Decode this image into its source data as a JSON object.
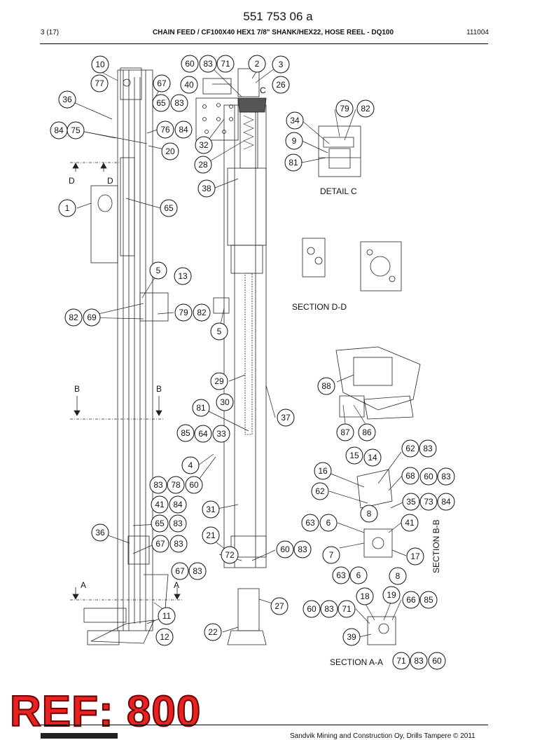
{
  "header": {
    "doc_number": "551 753 06 a",
    "page": "3 (17)",
    "title": "CHAIN FEED / CF100X40 HEX1 7/8\" SHANK/HEX22, HOSE REEL - DQ100",
    "code": "111004"
  },
  "views": {
    "detail_c": "DETAIL C",
    "section_dd": "SECTION D-D",
    "section_bb": "SECTION B-B",
    "section_aa": "SECTION A-A"
  },
  "cut_letters": {
    "a": "A",
    "b": "B",
    "c": "C",
    "d": "D"
  },
  "callouts": [
    "10",
    "77",
    "67",
    "36",
    "65",
    "83",
    "84",
    "75",
    "76",
    "84",
    "20",
    "60",
    "83",
    "71",
    "2",
    "3",
    "40",
    "26",
    "32",
    "28",
    "38",
    "1",
    "65",
    "5",
    "13",
    "82",
    "69",
    "79",
    "82",
    "5",
    "29",
    "30",
    "81",
    "37",
    "85",
    "64",
    "33",
    "4",
    "83",
    "78",
    "60",
    "41",
    "84",
    "65",
    "83",
    "36",
    "67",
    "83",
    "67",
    "83",
    "11",
    "12",
    "31",
    "21",
    "72",
    "60",
    "83",
    "27",
    "22",
    "79",
    "82",
    "34",
    "9",
    "81",
    "88",
    "87",
    "86",
    "62",
    "83",
    "15",
    "14",
    "16",
    "68",
    "60",
    "83",
    "62",
    "35",
    "73",
    "84",
    "8",
    "63",
    "6",
    "41",
    "7",
    "17",
    "63",
    "6",
    "8",
    "18",
    "19",
    "66",
    "85",
    "60",
    "83",
    "71",
    "39",
    "71",
    "83",
    "60"
  ],
  "stamp": "REF: 800",
  "footer": "Sandvik Mining and Construction Oy, Drills Tampere © 2011"
}
